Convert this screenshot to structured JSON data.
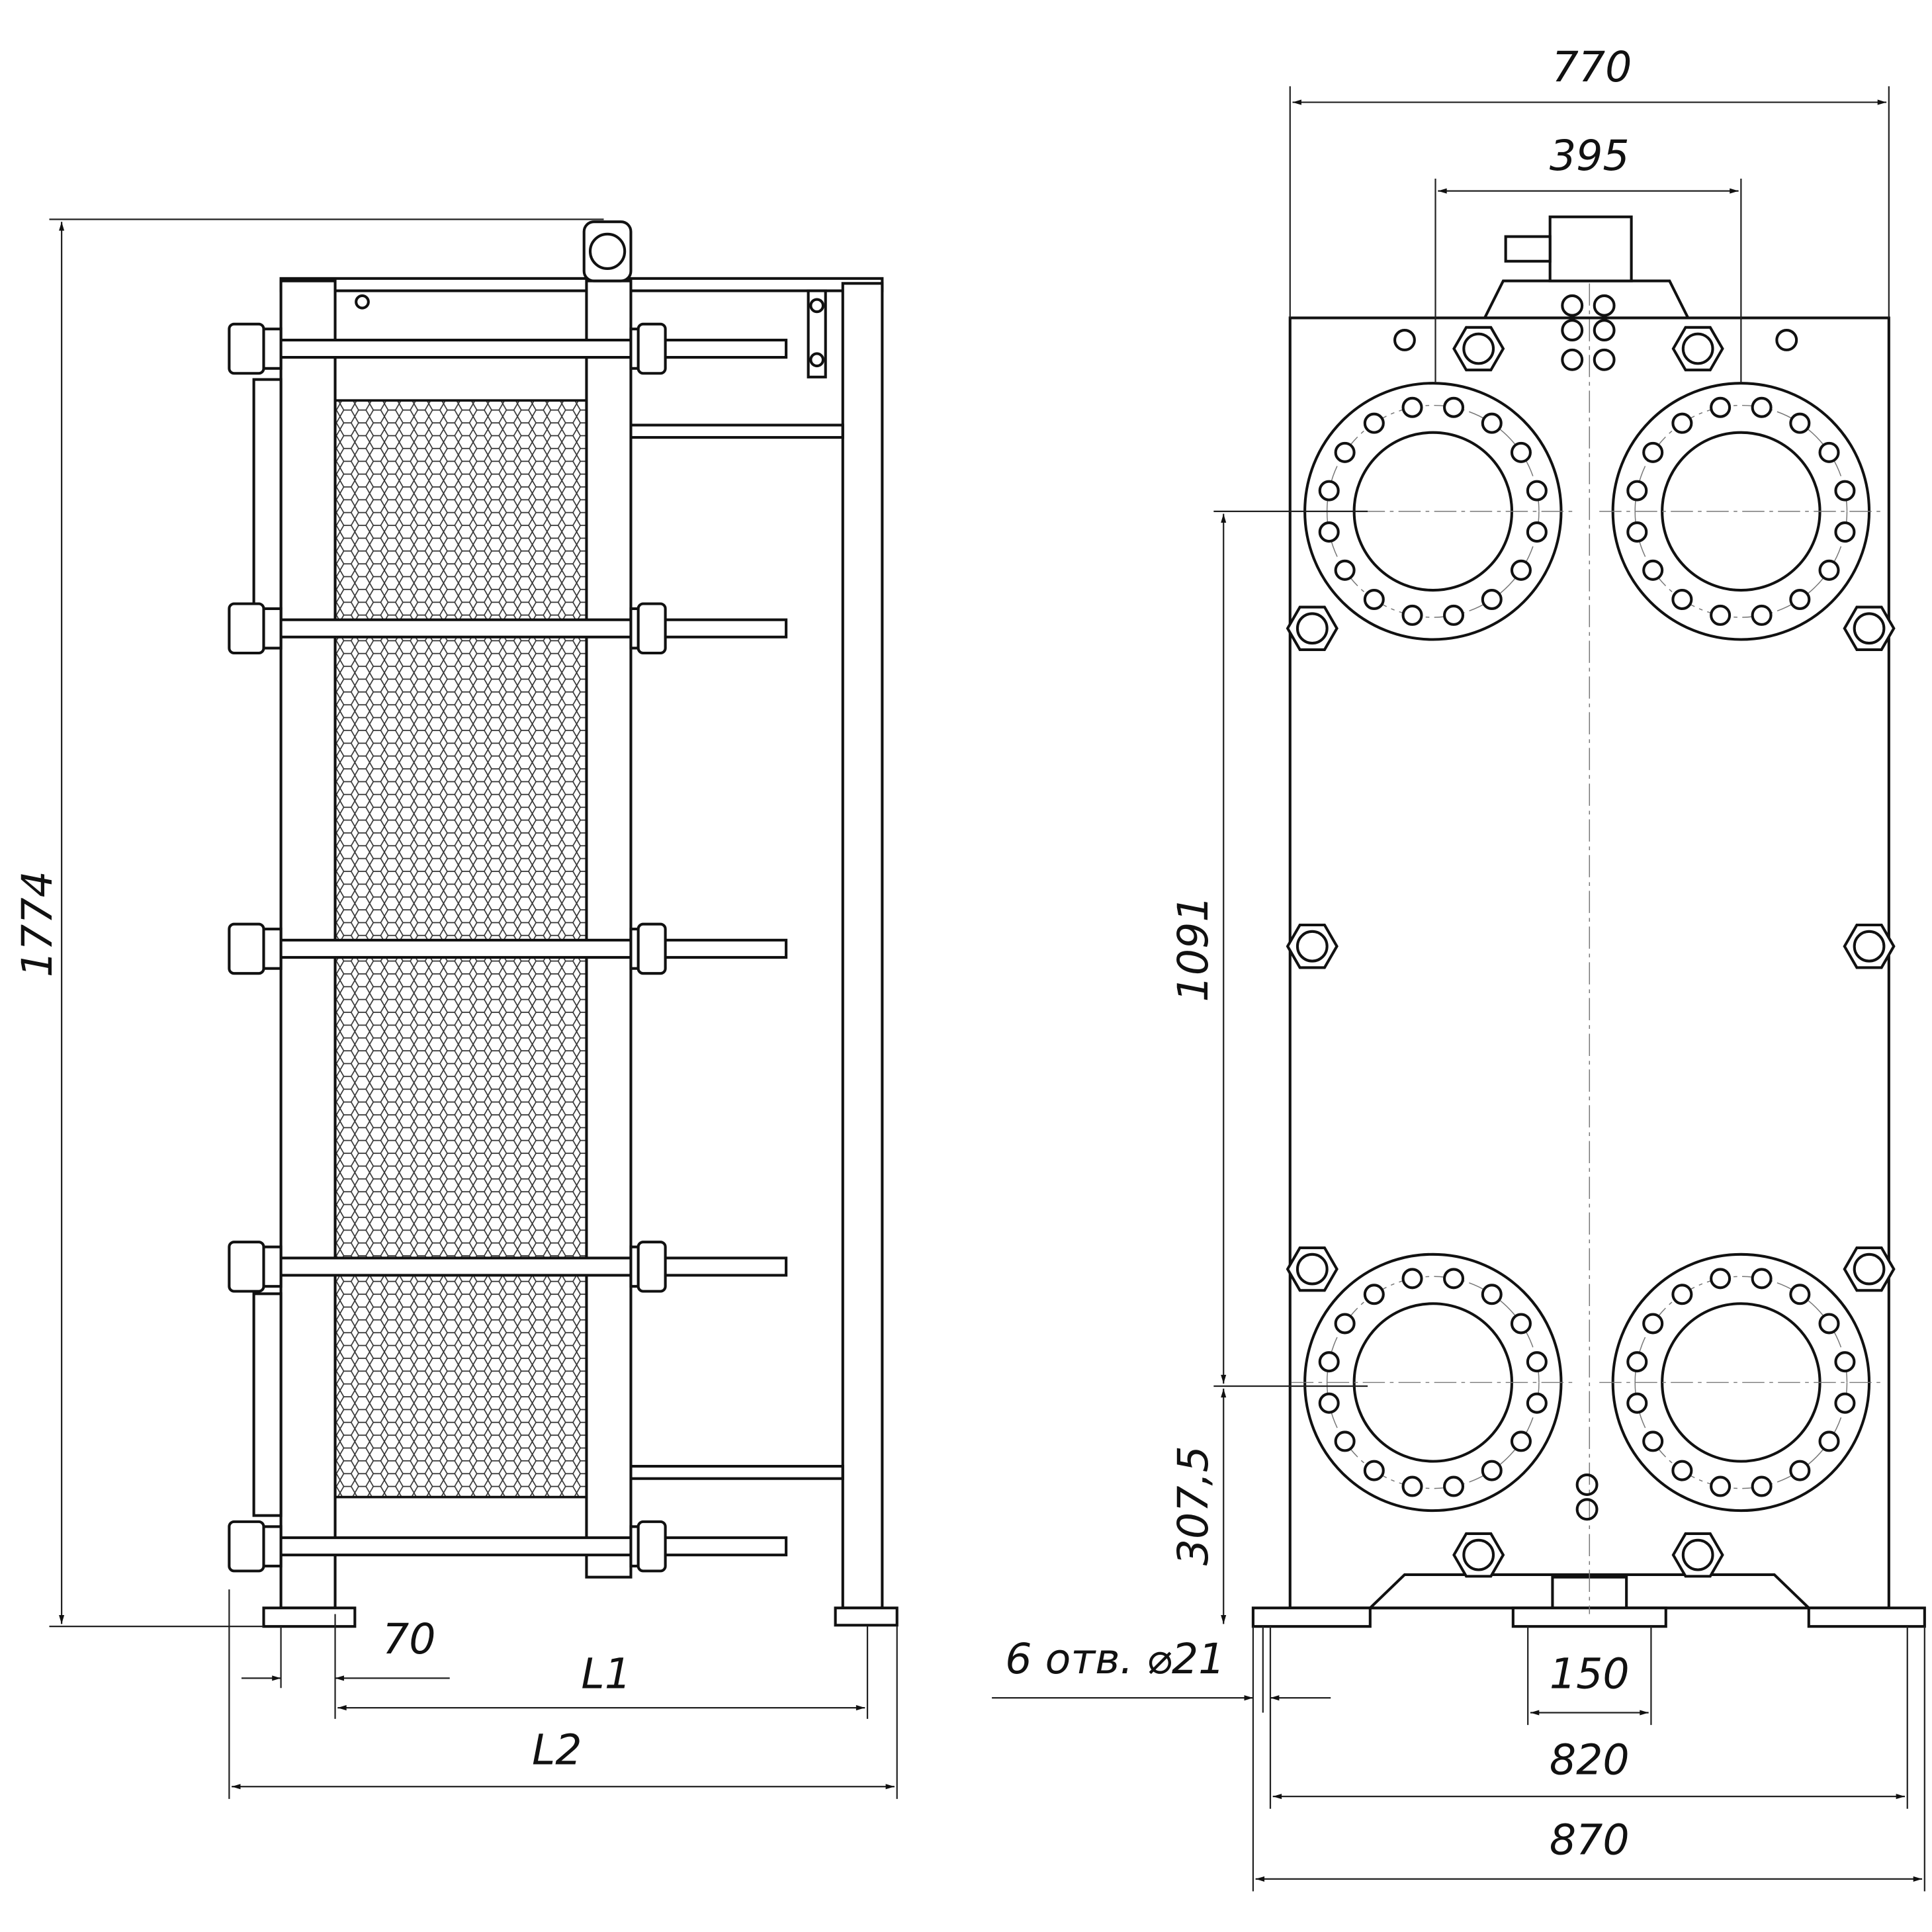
{
  "side_view": {
    "dims": {
      "height": "1774",
      "offset": "70",
      "l1": "L1",
      "l2": "L2"
    }
  },
  "front_view": {
    "dims": {
      "width_top": "770",
      "port_spacing": "395",
      "port_vertical": "1091",
      "port_bottom": "307,5",
      "holes": "6 отв. ⌀21",
      "center_foot": "150",
      "base_inner": "820",
      "base_outer": "870"
    }
  }
}
